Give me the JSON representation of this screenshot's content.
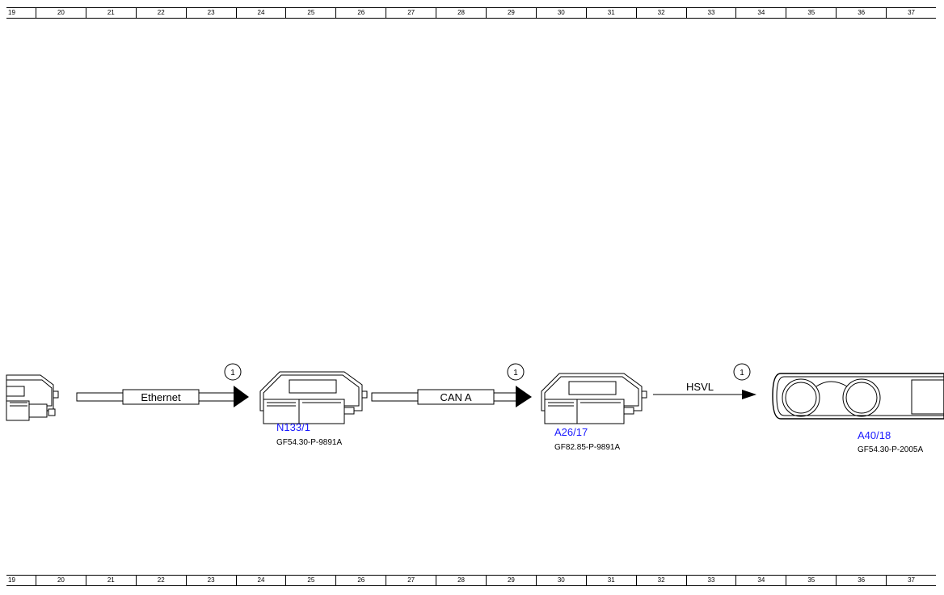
{
  "ruler": {
    "columns": [
      "19",
      "20",
      "21",
      "22",
      "23",
      "24",
      "25",
      "26",
      "27",
      "28",
      "29",
      "30",
      "31",
      "32",
      "33",
      "34",
      "35",
      "36",
      "37"
    ]
  },
  "connections": [
    {
      "label": "Ethernet",
      "marker": "1"
    },
    {
      "label": "CAN A",
      "marker": "1"
    },
    {
      "label": "HSVL",
      "marker": "1"
    }
  ],
  "components": [
    {
      "id": "N133/1",
      "ref": "GF54.30-P-9891A"
    },
    {
      "id": "A26/17",
      "ref": "GF82.85-P-9891A"
    },
    {
      "id": "A40/18",
      "ref": "GF54.30-P-2005A"
    }
  ],
  "colors": {
    "component_id": "#1a1aff",
    "line": "#000000"
  }
}
